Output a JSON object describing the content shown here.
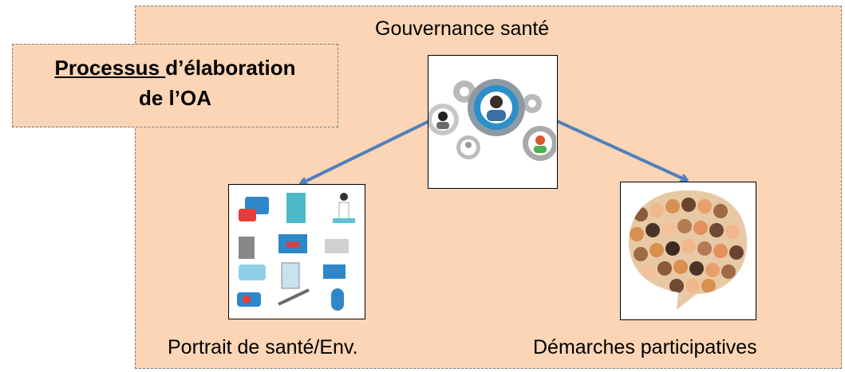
{
  "title_box": {
    "underlined": "Processus ",
    "rest_line1": "d’élaboration",
    "line2": "de l’OA"
  },
  "nodes": {
    "top": {
      "label": "Gouvernance santé",
      "icon": "gears-people-icon"
    },
    "left": {
      "label": "Portrait de santé/Env.",
      "icon": "health-equipment-icon"
    },
    "right": {
      "label": "Démarches participatives",
      "icon": "people-speech-bubble-icon"
    }
  },
  "colors": {
    "panel_bg": "#fbd5b5",
    "border": "#7a7a7a",
    "arrow": "#4f81bd"
  }
}
